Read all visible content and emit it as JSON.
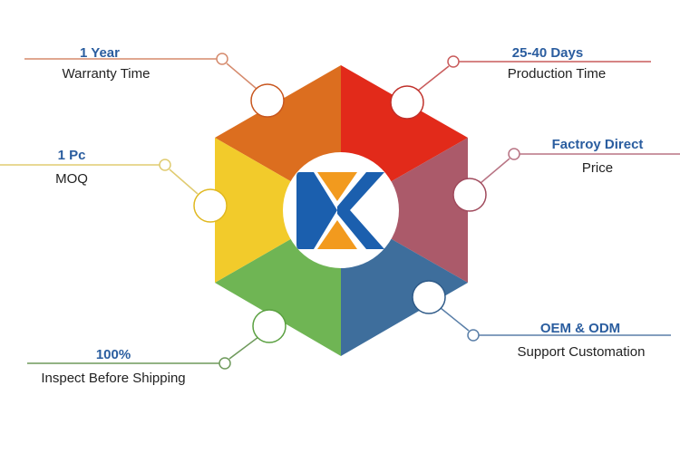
{
  "logo_text": "K",
  "features": [
    {
      "id": "warranty",
      "headline": "1 Year",
      "label": "Warranty Time",
      "color": "#dc6e1f"
    },
    {
      "id": "production",
      "headline": "25-40 Days",
      "label": "Production Time",
      "color": "#e22a1a"
    },
    {
      "id": "price",
      "headline": "Factroy Direct",
      "label": "Price",
      "color": "#ab5a6a"
    },
    {
      "id": "oem",
      "headline": "OEM & ODM",
      "label": "Support Customation",
      "color": "#3e6e9c"
    },
    {
      "id": "inspect",
      "headline": "100%",
      "label": "Inspect Before Shipping",
      "color": "#6fb554"
    },
    {
      "id": "moq",
      "headline": "1 Pc",
      "label": "MOQ",
      "color": "#f2cb2b"
    }
  ]
}
